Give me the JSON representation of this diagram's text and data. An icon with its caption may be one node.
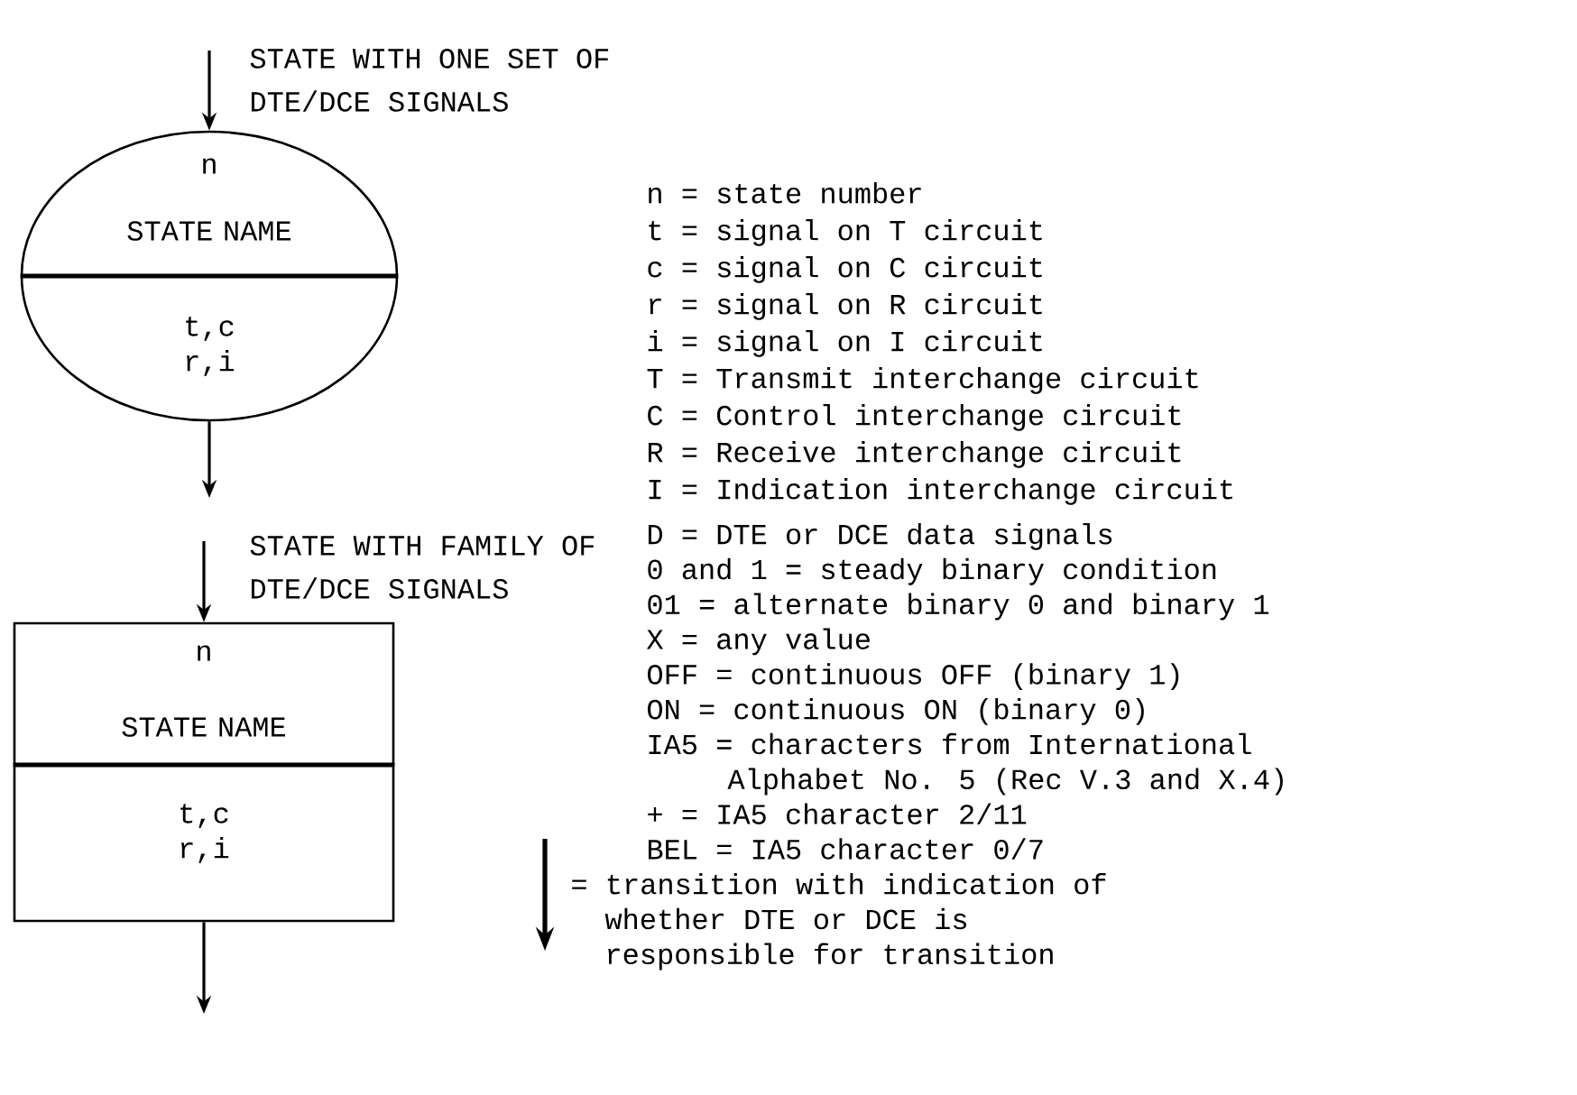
{
  "diagram": {
    "nodes": [
      {
        "text": [
          "n",
          "STATE NAME",
          "t,c r,i"
        ],
        "beside": [
          "STATE WITH ONE SET OF DTE/DCE SIGNALS"
        ]
      },
      {
        "text": [
          "n",
          "STATE NAME",
          "t,c r,i"
        ],
        "beside": [
          "STATE WITH FAMILY OF DTE/DCE SIGNALS"
        ]
      }
    ],
    "edges": [
      {
        "from": null,
        "to": 0,
        "arrow": "to"
      },
      {
        "from": 0,
        "to": null,
        "arrow": "to"
      },
      {
        "from": null,
        "to": 1,
        "arrow": "to"
      },
      {
        "from": 1,
        "to": null,
        "arrow": "to"
      }
    ],
    "labels": [
      "n = state number",
      "t = signal on T circuit",
      "c = signal on C circuit",
      "r = signal on R circuit",
      "i = signal on I circuit",
      "T = Transmit interchange circuit",
      "C = Control interchange circuit",
      "R = Receive interchange circuit",
      "I = Indication interchange circuit",
      "D = DTE or DCE data signals",
      "0 and 1 = steady binary condition",
      "01 = alternate binary 0 and binary 1",
      "X = any value",
      "OFF = continuous OFF (binary 1)",
      "ON = continuous ON (binary 0)",
      "IA5 = characters from International Alphabet No. 5 (Rec V.3 and X.4)",
      "+ = IA5 character 2/11",
      "BEL = IA5 character 0/7"
    ],
    "legend": [
      {
        "text": "= transition with indication of whether DTE or DCE is responsible for transition"
      }
    ]
  }
}
